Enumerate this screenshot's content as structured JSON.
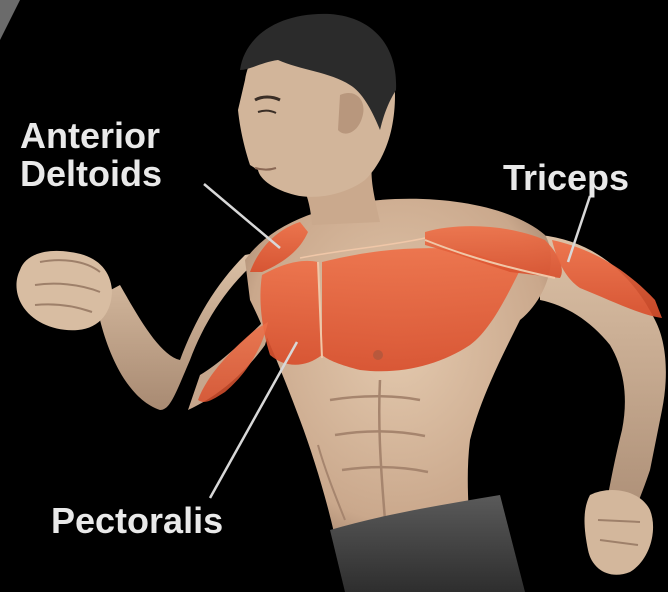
{
  "labels": {
    "deltoids_line1": "Anterior",
    "deltoids_line2": "Deltoids",
    "triceps": "Triceps",
    "pectoralis": "Pectoralis"
  },
  "colors": {
    "background": "#000000",
    "skin": "#d9bea3",
    "skin_shadow": "#9c7e68",
    "muscle_highlight": "#e8643e",
    "hair": "#2b2b2b",
    "shorts": "#4a4a4a",
    "label_text": "#e9e9e9",
    "leader_line": "#d8d8d8"
  }
}
